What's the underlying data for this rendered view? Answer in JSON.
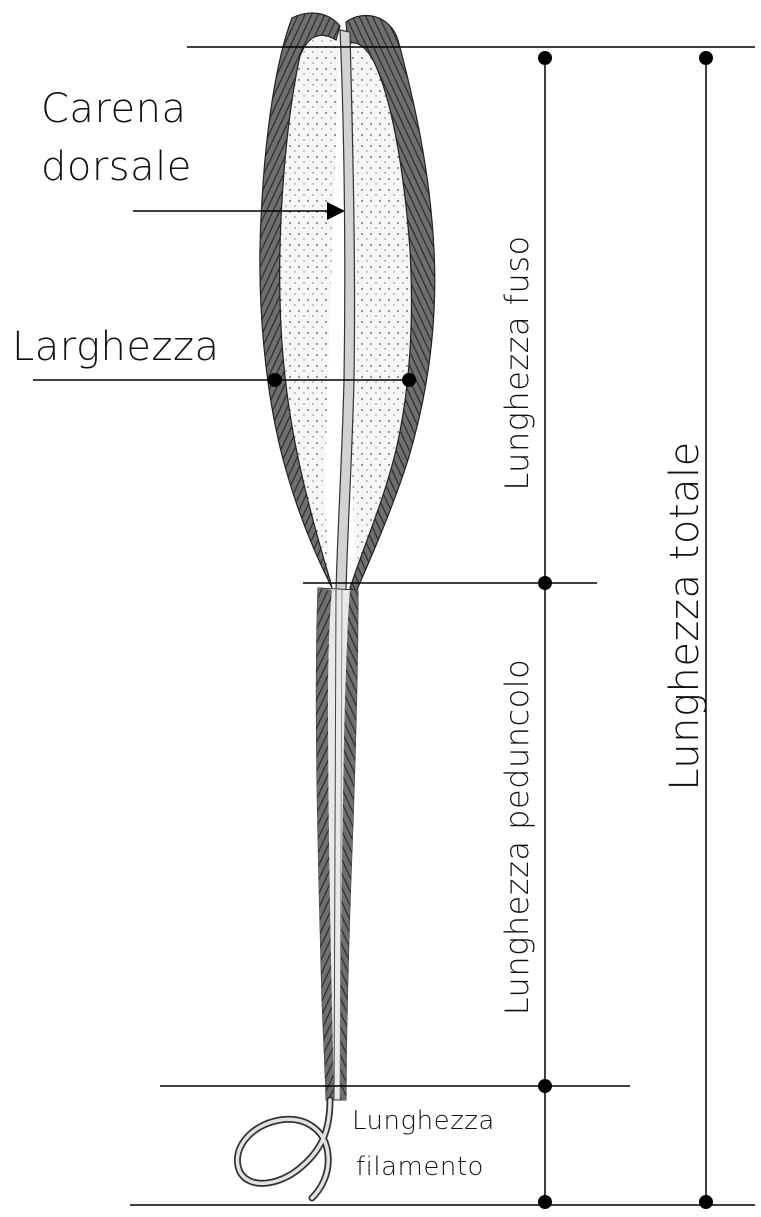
{
  "labels": {
    "carena_line1": "Carena",
    "carena_line2": "dorsale",
    "larghezza": "Larghezza",
    "lunghezza_fuso": "Lunghezza fuso",
    "lunghezza_peduncolo": "Lunghezza peduncolo",
    "lunghezza_totale": "Lunghezza totale",
    "lunghezza_filamento_line1": "Lunghezza",
    "lunghezza_filamento_line2": "filamento"
  }
}
